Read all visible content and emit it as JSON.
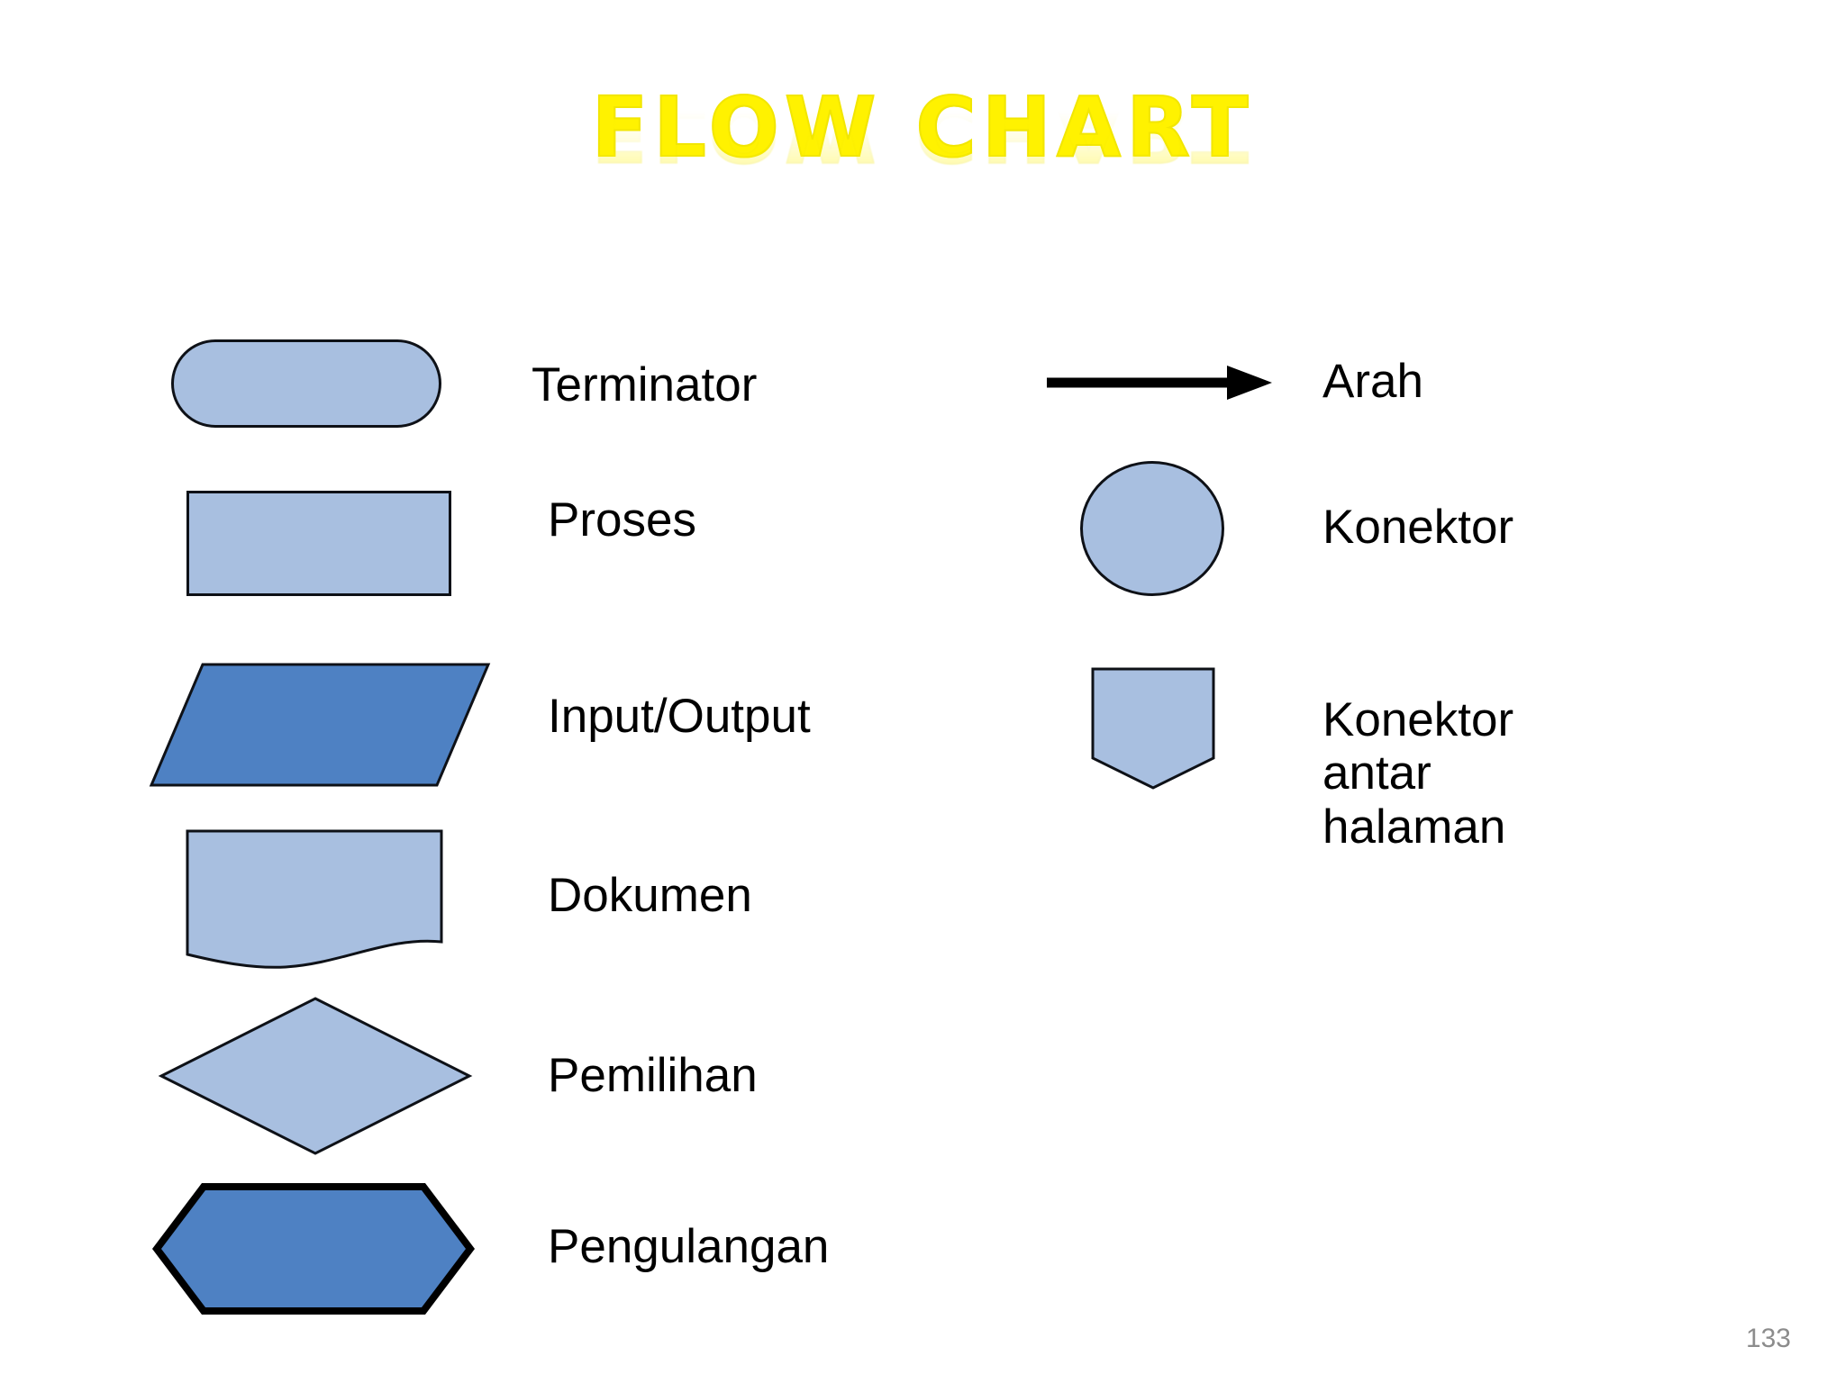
{
  "slide": {
    "title": "FLOW CHART",
    "page_number": "133",
    "background_color": "#FFFFFF",
    "title_color": "#FFF200"
  },
  "palette": {
    "fill_light_blue": "#A8BFE0",
    "fill_dark_blue": "#4E81C3",
    "outline": "#0E1117",
    "label_text": "#000000",
    "page_number_color": "#8C8C8C"
  },
  "legend": {
    "left_column": [
      {
        "shape": "rounded-rectangle-stadium",
        "icon_name": "terminator-shape",
        "label": "Terminator",
        "fill": "#A8BFE0"
      },
      {
        "shape": "rectangle",
        "icon_name": "process-shape",
        "label": "Proses",
        "fill": "#A8BFE0"
      },
      {
        "shape": "parallelogram",
        "icon_name": "input-output-shape",
        "label": "Input/Output",
        "fill": "#4E81C3"
      },
      {
        "shape": "document-wavy-bottom",
        "icon_name": "document-shape",
        "label": "Dokumen",
        "fill": "#A8BFE0"
      },
      {
        "shape": "diamond",
        "icon_name": "decision-shape",
        "label": "Pemilihan",
        "fill": "#A8BFE0"
      },
      {
        "shape": "hexagon",
        "icon_name": "loop-shape",
        "label": "Pengulangan",
        "fill": "#4E81C3"
      }
    ],
    "right_column": [
      {
        "shape": "arrow-right",
        "icon_name": "flow-arrow",
        "label": "Arah",
        "fill": "#000000"
      },
      {
        "shape": "circle",
        "icon_name": "connector-shape",
        "label": "Konektor",
        "fill": "#A8BFE0"
      },
      {
        "shape": "pentagon-down",
        "icon_name": "off-page-connector-shape",
        "label": "Konektor antar\nhalaman",
        "fill": "#A8BFE0"
      }
    ]
  }
}
